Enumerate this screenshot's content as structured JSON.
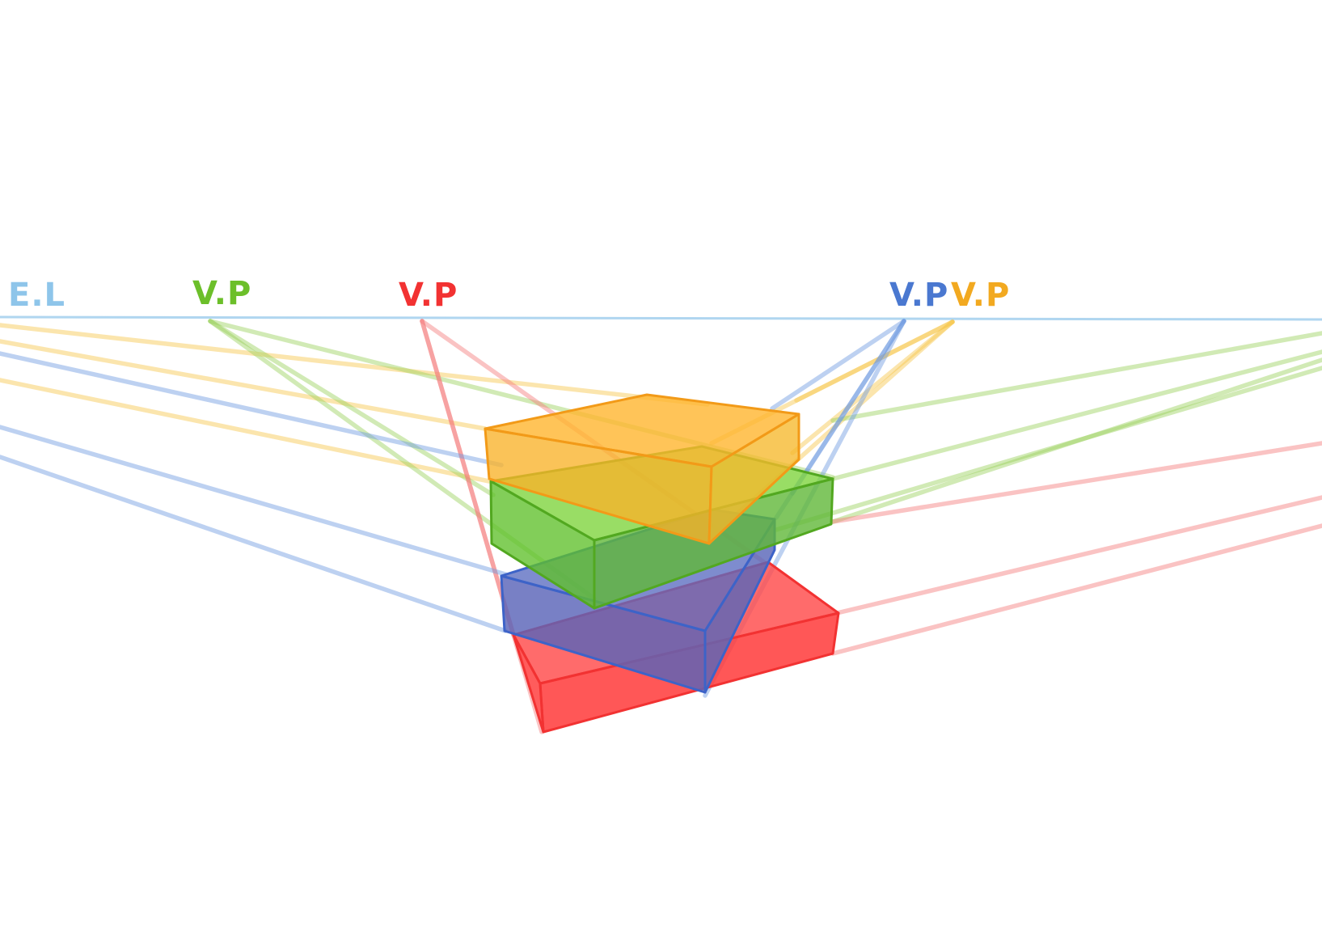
{
  "labels": {
    "eye_level": "E.L",
    "vp_green": "V.P",
    "vp_red": "V.P",
    "vp_blue": "V.P",
    "vp_orange": "V.P"
  },
  "colors": {
    "horizon": "#8ec5ea",
    "eye_level_text": "#8ec5ea",
    "green": "#6cbf2a",
    "green_fill": "#7cd33a",
    "red": "#f23232",
    "red_fill": "#ff4a4a",
    "blue": "#4a78d0",
    "blue_fill": "#5a6cc0",
    "orange": "#f2a920",
    "orange_fill": "#ffb52e"
  }
}
